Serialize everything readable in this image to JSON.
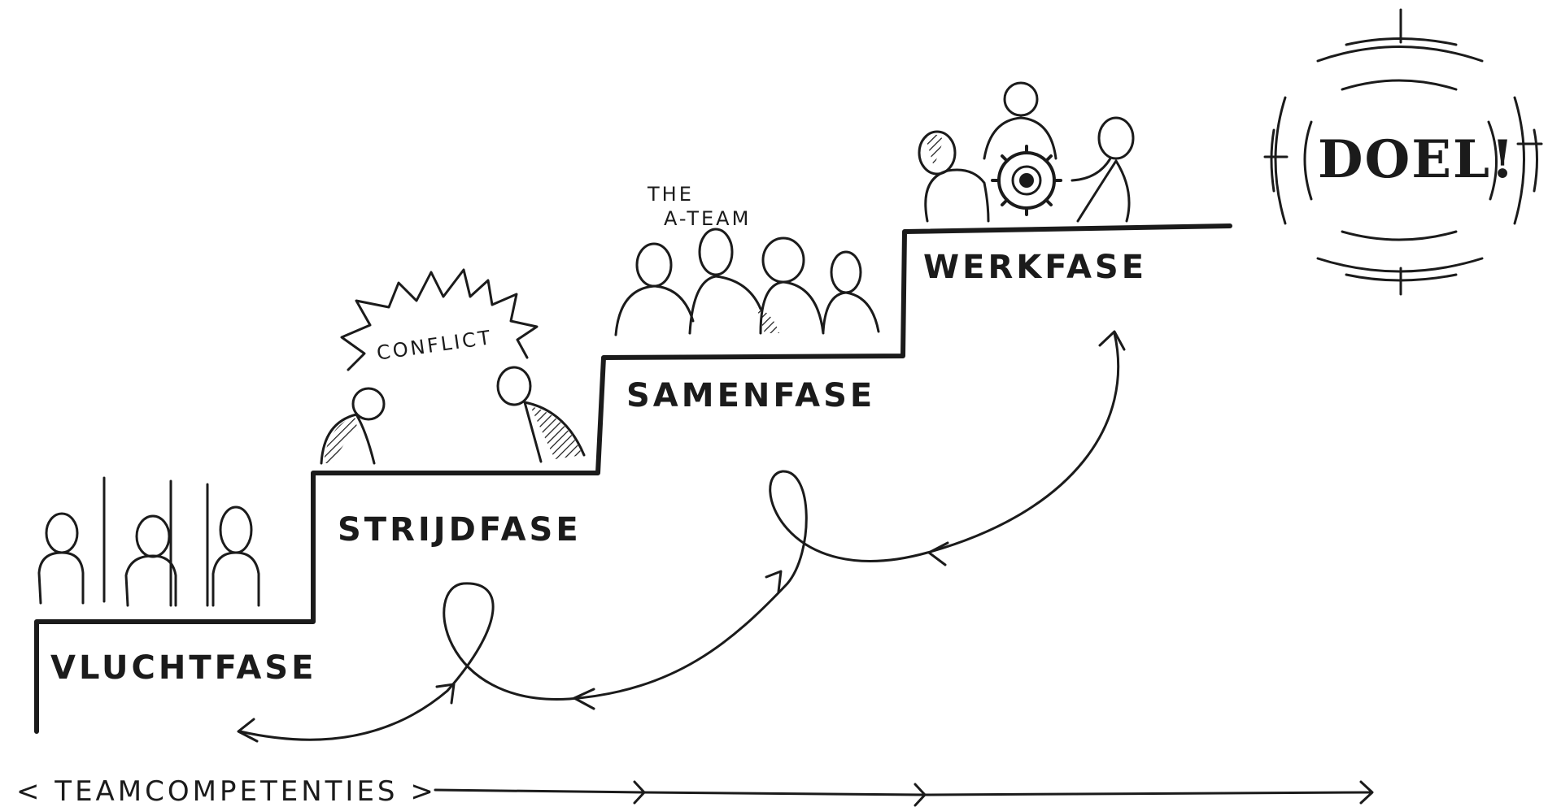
{
  "phases": [
    {
      "label": "VLUCHTFASE"
    },
    {
      "label": "STRIJDFASE"
    },
    {
      "label": "SAMENFASE"
    },
    {
      "label": "WERKFASE"
    }
  ],
  "annotations": {
    "conflict": "CONFLICT",
    "the": "THE",
    "ateam": "A-TEAM"
  },
  "goal": {
    "label": "DOEL!"
  },
  "axis": {
    "label": "< TEAMCOMPETENTIES >"
  },
  "colors": {
    "ink": "#1b1b1b",
    "paper": "#ffffff"
  }
}
